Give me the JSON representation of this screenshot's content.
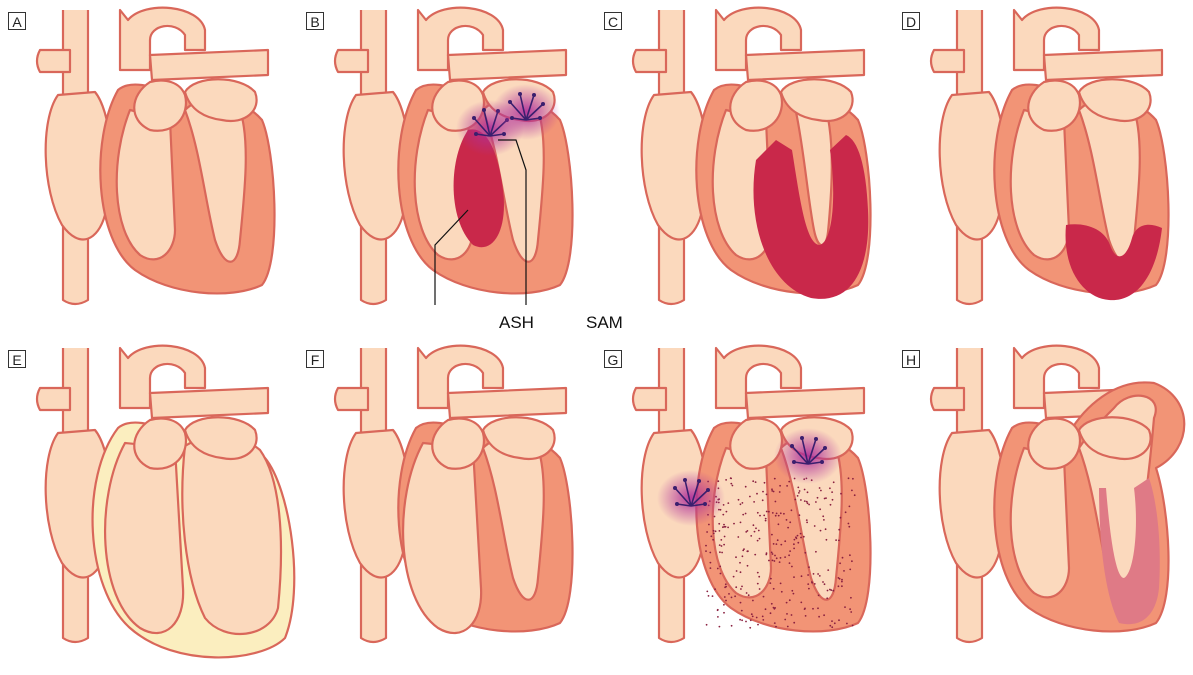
{
  "colors": {
    "outline": "#d9675a",
    "vessel_fill": "#fbd9bd",
    "myocardium": "#f29476",
    "hypertrophy": "#c9284a",
    "fibrosis_pink": "#df7a86",
    "thin_wall": "#fbeebf",
    "jet_center": "#b0309a",
    "arrow": "#3a1f6e"
  },
  "panels": [
    {
      "label": "A",
      "variant": "normal"
    },
    {
      "label": "B",
      "variant": "hcm-asymmetric"
    },
    {
      "label": "C",
      "variant": "concentric-hypertrophy"
    },
    {
      "label": "D",
      "variant": "apical-hypertrophy"
    },
    {
      "label": "E",
      "variant": "dilated"
    },
    {
      "label": "F",
      "variant": "rv-dilated"
    },
    {
      "label": "G",
      "variant": "infiltrative-jets"
    },
    {
      "label": "H",
      "variant": "aneurysm"
    }
  ],
  "annotations": {
    "ash": "ASH",
    "sam": "SAM"
  }
}
